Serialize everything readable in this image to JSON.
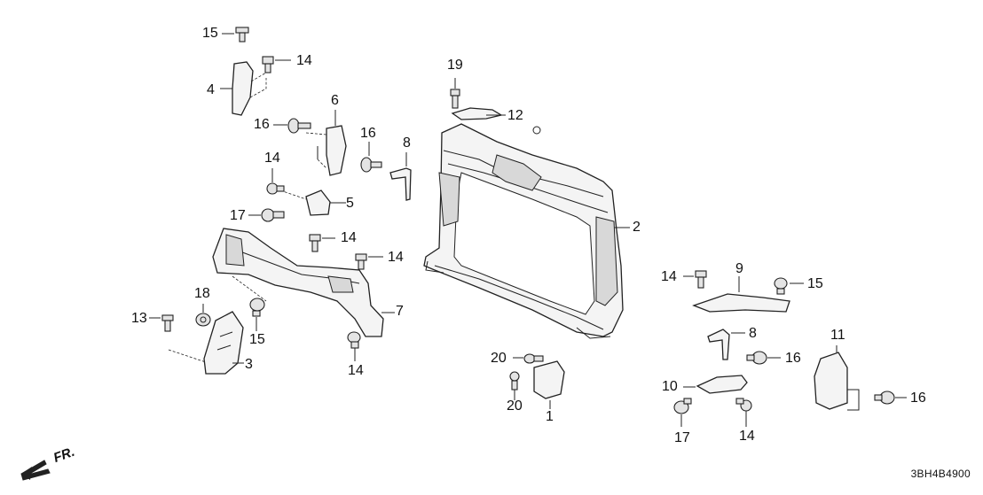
{
  "diagram": {
    "callouts": [
      {
        "id": "c15a",
        "text": "15"
      },
      {
        "id": "c14a",
        "text": "14"
      },
      {
        "id": "c4",
        "text": "4"
      },
      {
        "id": "c6",
        "text": "6"
      },
      {
        "id": "c16a",
        "text": "16"
      },
      {
        "id": "c16b",
        "text": "16"
      },
      {
        "id": "c8a",
        "text": "8"
      },
      {
        "id": "c14b",
        "text": "14"
      },
      {
        "id": "c5",
        "text": "5"
      },
      {
        "id": "c17a",
        "text": "17"
      },
      {
        "id": "c14c",
        "text": "14"
      },
      {
        "id": "c14d",
        "text": "14"
      },
      {
        "id": "c18",
        "text": "18"
      },
      {
        "id": "c13",
        "text": "13"
      },
      {
        "id": "c15b",
        "text": "15"
      },
      {
        "id": "c7",
        "text": "7"
      },
      {
        "id": "c3",
        "text": "3"
      },
      {
        "id": "c14e",
        "text": "14"
      },
      {
        "id": "c19",
        "text": "19"
      },
      {
        "id": "c12",
        "text": "12"
      },
      {
        "id": "c2",
        "text": "2"
      },
      {
        "id": "c20a",
        "text": "20"
      },
      {
        "id": "c20b",
        "text": "20"
      },
      {
        "id": "c1",
        "text": "1"
      },
      {
        "id": "c14f",
        "text": "14"
      },
      {
        "id": "c9",
        "text": "9"
      },
      {
        "id": "c15c",
        "text": "15"
      },
      {
        "id": "c8b",
        "text": "8"
      },
      {
        "id": "c16c",
        "text": "16"
      },
      {
        "id": "c11",
        "text": "11"
      },
      {
        "id": "c10",
        "text": "10"
      },
      {
        "id": "c16d",
        "text": "16"
      },
      {
        "id": "c17b",
        "text": "17"
      },
      {
        "id": "c14g",
        "text": "14"
      }
    ],
    "front_indicator": "FR.",
    "diagram_code": "3BH4B4900"
  }
}
